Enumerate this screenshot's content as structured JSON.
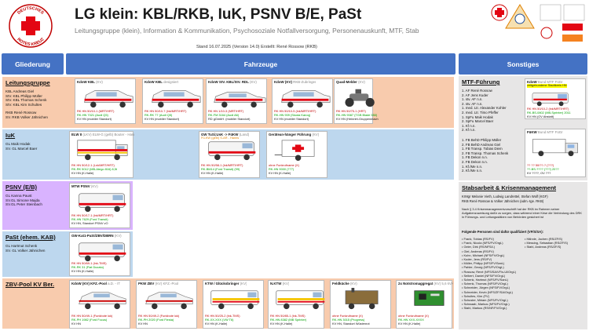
{
  "header": {
    "title": "LG klein: KBL/RKB, IuK, PSNV B/E, PaSt",
    "subtitle": "Leitungsgruppe (klein), Information & Kommunikation, Psychosoziale Notfallversorgung, Personenauskunft, MTF, Stab",
    "stand": "Stand 16.07.2025 (Version 14.0) Erstellt: René Rossow (RKB)",
    "logo_text": "DEUTSCHES ROTES KREUZ"
  },
  "columns": {
    "left": "Gliederung",
    "middle": "Fahrzeuge",
    "right": "Sonstiges"
  },
  "colors": {
    "header_blue": "#4472c4",
    "orange": "#f8cbad",
    "blue": "#bdd7ee",
    "purple": "#d9b3ff",
    "red": "#c00000",
    "green": "#00a000"
  },
  "sections": {
    "lg": {
      "title": "Leitungsgruppe",
      "members": [
        "KBL      Andreas Giel",
        "StV. KBL  Philipp Müller",
        "StV. KBL  Thomas Schenk",
        "StV. KBL  Kim Schultes",
        "",
        "RKB      René Rossow",
        "SV. RKB  Volker Jähnichen"
      ]
    },
    "iuk": {
      "title": "IuK",
      "members": [
        "GL       Maik Hodak",
        "SV. GL   Marcel Baer"
      ]
    },
    "psnv": {
      "title": "PSNV (E/B)",
      "members": [
        "GL       Kanna Paust",
        "SV.GL    Simone Majda",
        "SV.GL    Peter Steinbach"
      ]
    },
    "past": {
      "title": "PaSt (ehem. KAB)",
      "members": [
        "GL       Hartmut Schenk",
        "SV. GL   Volker Jähnichen"
      ]
    },
    "zbv": {
      "title": "ZBV-Pool KV Ber."
    }
  },
  "cards": {
    "lg1": {
      "title": "KdoW KBL",
      "tag": "(KV)",
      "l1": "RK HN 50/10-1 (MRT/HRT)",
      "l2": "RK-HN 7021 (Audi Q5)",
      "l3": "KV HN (mobiler Standort)"
    },
    "lg2": {
      "title": "KdoW KBL",
      "tag": "designiert",
      "l1": "RK HN 50/10-7 (lnk/MRT/HRT)",
      "l2": "RK-RK 77 (Audi Q5)",
      "l3": "KV HN (mobiler Standort)"
    },
    "lg3": {
      "title": "KdoW StV. KBL/StV. RDL",
      "tag": "(KV)",
      "l1": "RK HN 1/10-3 (MRT/HRT)",
      "l2": "RK-FM 3164 (Audi A6)",
      "l3": "RD gGmbH. (mobiler Standort)"
    },
    "lg4": {
      "title": "KdoW (KV)",
      "tag": "RKB-Zubringer",
      "l1": "RK HN 50/10-5 (lnk/MRT/HRT)",
      "l2": "RK-HN 909 (Skoda Karoq)",
      "l3": "KV HN (mobiler Standort)"
    },
    "lg5": {
      "title": "Quad-Melder",
      "tag": "(KV)",
      "l1": "RK HN 50/75-1 (HRT)",
      "l2": "RK-HN 9087 (TGB Blade 550)",
      "l3": "KV HN (Heinriet-Gruppenmach"
    },
    "iuk1": {
      "title": "ELW II",
      "tag": "(LKV) ELW-G (gelb) Bouter - Hanns",
      "l1": "RK HN 50/12-1 (Lnk/MRT/HRT)",
      "l2": "RK-RK 5012 (MB-Atego 816) 8,5t",
      "l3": "KV HN (K-Halle)"
    },
    "iuk2": {
      "title": "GW TuSi;UsK -> FüKW",
      "tag": "(Land)",
      "l1": "RK HN 50/58-1 (lnk/MRT/HRT)",
      "l2": "RK-BM14 (Ford Transit) (99)",
      "l3": "KV HN (K-Halle)",
      "l0": "Fü-KW (gelb) S-AR - Hanns"
    },
    "iuk3": {
      "title": "Gerätean-hänger Führung",
      "tag": "(KV)",
      "l1": "ohne Funkrufname (X)",
      "l2": "RK-HN 9000 (777)",
      "l3": "KV HN (K-Halle)"
    },
    "psnv1": {
      "title": "MTW PSNV",
      "tag": "(KV)",
      "l1": "RK HN 50/17-1 (lnk/MRT/HRT)",
      "l2": "RK-HN 7629 (Ford Transit)",
      "l3": "KV HN, Standort PSNV vO"
    },
    "past1": {
      "title": "GW-Kat1-PaSt/ZBV/DBRN",
      "tag": "(KV)",
      "l1": "RK HN 50/69-1 (lnk-TMS)",
      "l2": "RK-RK 31 (Fiat Ducato)",
      "l3": "KV HN (K-Halle)"
    },
    "zbv1": {
      "title": "KdoW (KV) KFZ.-Pool",
      "tag": "a.D. - IT",
      "l1": "RK HN 50/49-1 (Funkbote lok)",
      "l2": "RK-PH 1982 (Ford Focus)",
      "l3": "KV HN"
    },
    "zbv2": {
      "title": "PKW ZBV",
      "tag": "(KV) KFZ.-Pool",
      "l1": "RK HN 50/49-2 (Funkbote lok)",
      "l2": "RK-PH 2020 (Ford Fiesta)",
      "l3": "KV HN"
    },
    "zbv3": {
      "title": "KTW / Glücksbringer",
      "tag": "(KV)",
      "l1": "RK HN 50/25-2 (lnk-TMS)",
      "l2": "RK-XX-XXX (VW T6)",
      "l3": "KV HN (K-Halle)"
    },
    "zbv4": {
      "title": "N.KTW",
      "tag": "(KV)",
      "l1": "RK HN 50/85-1 (lnk-TMS)",
      "l2": "RK-HN 8382 (MB Sprinter)",
      "l3": "KV HN (K-Halle)"
    },
    "zbv5": {
      "title": "Feldküche",
      "tag": "(KV)",
      "l1": "ohne Funkrufname (X)",
      "l2": "RK-HN 3015 (Progress)",
      "l3": "KV HN, Standort Wüstenrot"
    },
    "zbv6": {
      "title": "2x Notstromaggregat",
      "tag": "(KV) 5,6 kVA (grün) Inverter - Diesel",
      "l1": "ohne Funkrufname (X)",
      "l2": "RK-HN XXX-XXXX",
      "l3": "KV HN (K-Halle)"
    }
  },
  "sonstiges": {
    "mtf_title": "MTF-Führung",
    "mtf_rows": [
      "1. AF       René Rossow",
      "2. AF       Jens Kuder",
      "1. stv. AF   n.n.",
      "2. stv. AF   n.n.",
      "1. med. Ltr. Alexander Kohler",
      "2. med. Ltr. Timo Pfeffer",
      "1. SpFu      Maik Hodak",
      "2. SpFu      Marcel Baer",
      "1. Kf        n.n.",
      "2. Kf        n.n."
    ],
    "mtf_rows2": [
      "1. FB BehD   Philipp Müller",
      "2. FB BehD   Andreas Giel",
      "1. FB Transp. Tobias Diem",
      "2. FB Transp. Thomas Schenk",
      "1. FB Dekon  n.n.",
      "2. FB Dekon  n.n.",
      "1. Kf./Me    n.n.",
      "2. Kf./Me    n.n."
    ],
    "kdow_title": "KdoW",
    "kdow_tag": "Bund MTF FüGr",
    "kdow_hl": "zeitgebundene Stadtkreis HN",
    "kdow_l1": "RK HN 50/10-2 (lnk/MRT/HRT)",
    "kdow_l2": "RK-BS-0802 (MB-Sprinter) 2011",
    "kdow_l3": "KV HN (OV Abstatt)",
    "fukw_title": "FüKW",
    "fukw_tag": "Bund MTF FüGr",
    "fukw_l1": "?? ?? 50/??-? (???)",
    "fukw_l2": "??-BS-???? (???) 20??",
    "fukw_l3": "KV ????, OV ???",
    "stab_title": "Stabsarbeit & Krisenmanagement",
    "stab_rows": [
      "KrMgr   Melanie Vieth, Ludwig Landrettel, Stefan Wolf (KGF)",
      "RKB     René Rossow & Volker Jähnichen (adm.-tge. RKB)"
    ],
    "stab_text": "Nach § 3.4 Krisenmanagementvorschrift hat der RKB im Rahmen seiner Aufgabenzuweisung dafür zu sorgen, dass während einer Krise die Verbindung des DRK in Führungs- und Leitungsstäben von Behörden gesichert ist",
    "stab_subtitle": "Folgende Personen sind dafür qualifiziert (VF/S/SA):",
    "people_left": [
      "Frank, Tobias (RS/FV)",
      "Frank, Nicola (NFS/FV/OrgL)",
      "Geier, Dirk (RS/NFS/L)",
      "Giel, Andreas (RS/FV)",
      "Kuhn, Michael (NFS/FV/OrgL)",
      "Kuder, Jens (RS/FV)",
      "Müller, Philipp (NFS/FV/SanL)",
      "Pahler, Georg (NFS/FV/OrgL)",
      "Rossow, René (NFS/SA/VF/s-Ul/OrgL)",
      "Seibert, Daniel (NFS/FV/OrgL)",
      "Schenk, Hartmut (NFS/FV/SanL)",
      "Schenk, Thomas (NFS/FV/OrgL)",
      "Schneider, Jürgen (NFS/FV/OrgL)",
      "Schneider, Kevin (NFS/ZF/SA/OrgL)",
      "Schultes, Kim (FV)",
      "Schuster, Miriam (NFS/FV/OrgL)",
      "Schwaab, Markus (NFS/FV/OrgL)",
      "Stahl, Markus (RS/NF/FV/OrgL)"
    ],
    "people_right": [
      "Hähnle, Jochen (RS/ZF/S)",
      "Messing, Sebastian (RS/ZF/S)",
      "Stahl, Andreas (RS/ZF/S)"
    ]
  }
}
